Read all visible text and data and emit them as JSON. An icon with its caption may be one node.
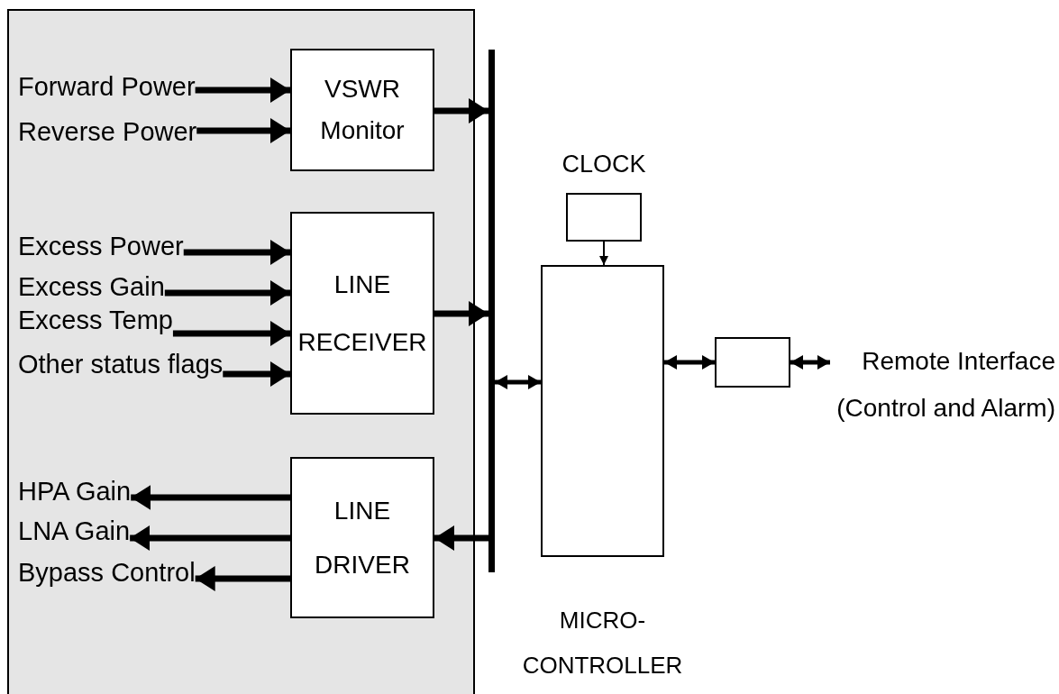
{
  "diagram": {
    "nodes": [
      {
        "text": [],
        "shape": "box"
      },
      {
        "text": [
          "VSWR Monitor"
        ],
        "in": 0
      },
      {
        "text": [
          "LINE RECEIVER"
        ],
        "in": 0
      },
      {
        "text": [
          "LINE DRIVER"
        ],
        "in": 0
      },
      {
        "text": [
          "Forward Power"
        ],
        "in": 0
      },
      {
        "text": [
          "Reverse Power"
        ],
        "in": 0
      },
      {
        "text": [
          "Excess Power"
        ],
        "in": 0
      },
      {
        "text": [
          "Excess Gain"
        ],
        "in": 0
      },
      {
        "text": [
          "Excess Temp"
        ],
        "in": 0
      },
      {
        "text": [
          "Other status flags"
        ],
        "in": 0
      },
      {
        "text": [
          "HPA Gain"
        ],
        "in": 0
      },
      {
        "text": [
          "LNA Gain"
        ],
        "in": 0
      },
      {
        "text": [
          "Bypass Control"
        ],
        "in": 0
      },
      {
        "text": [],
        "shape": "bar"
      },
      {
        "text": [
          "CLOCK"
        ]
      },
      {
        "text": [
          "MICRO- CONTROLLER"
        ]
      },
      {
        "text": [],
        "shape": "box"
      },
      {
        "text": [
          "Remote Interface (Control and Alarm)"
        ]
      }
    ],
    "edges": [
      {
        "from": 4,
        "to": 1,
        "arrow": "to"
      },
      {
        "from": 5,
        "to": 1,
        "arrow": "to"
      },
      {
        "from": 6,
        "to": 2,
        "arrow": "to"
      },
      {
        "from": 7,
        "to": 2,
        "arrow": "to"
      },
      {
        "from": 8,
        "to": 2,
        "arrow": "to"
      },
      {
        "from": 9,
        "to": 2,
        "arrow": "to"
      },
      {
        "from": 1,
        "to": 13,
        "arrow": "to"
      },
      {
        "from": 2,
        "to": 13,
        "arrow": "to"
      },
      {
        "from": 13,
        "to": 3,
        "arrow": "to"
      },
      {
        "from": 3,
        "to": 10,
        "arrow": "to"
      },
      {
        "from": 3,
        "to": 11,
        "arrow": "to"
      },
      {
        "from": 3,
        "to": 12,
        "arrow": "to"
      },
      {
        "from": 13,
        "to": 15,
        "arrow": "both"
      },
      {
        "from": 14,
        "to": 15,
        "arrow": "to"
      },
      {
        "from": 15,
        "to": 16,
        "arrow": "both"
      },
      {
        "from": 16,
        "to": 17,
        "arrow": "both"
      }
    ]
  }
}
